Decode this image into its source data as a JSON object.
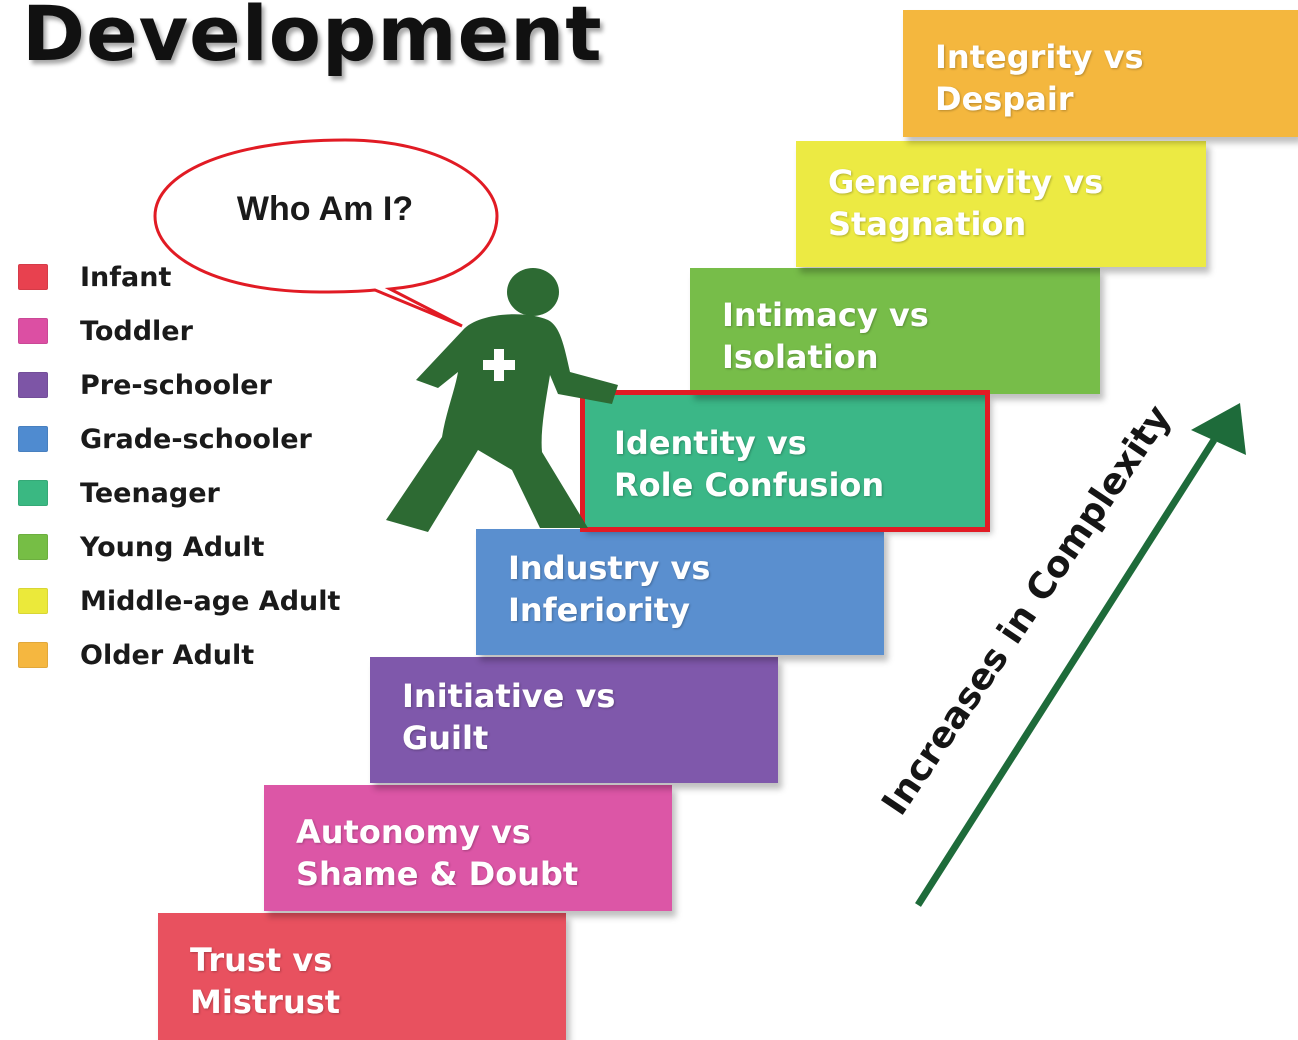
{
  "title": "Development",
  "speech_bubble": {
    "text": "Who Am I?"
  },
  "legend": [
    {
      "label": "Infant",
      "color": "#e8414f"
    },
    {
      "label": "Toddler",
      "color": "#dc4fa3"
    },
    {
      "label": "Pre-schooler",
      "color": "#7d55a6"
    },
    {
      "label": "Grade-schooler",
      "color": "#4f8bd0"
    },
    {
      "label": "Teenager",
      "color": "#3ab882"
    },
    {
      "label": "Young Adult",
      "color": "#76be45"
    },
    {
      "label": "Middle-age Adult",
      "color": "#ebe93a"
    },
    {
      "label": "Older Adult",
      "color": "#f5b740"
    }
  ],
  "stages": [
    {
      "label": "Trust vs\nMistrust",
      "color": "#e8515f"
    },
    {
      "label": "Autonomy vs\nShame & Doubt",
      "color": "#dc56a6"
    },
    {
      "label": "Initiative vs\nGuilt",
      "color": "#7f58ab"
    },
    {
      "label": "Industry vs\nInferiority",
      "color": "#5a8fcf"
    },
    {
      "label": "Identity vs\nRole Confusion",
      "color": "#3bb787"
    },
    {
      "label": "Intimacy vs\nIsolation",
      "color": "#77bd49"
    },
    {
      "label": "Generativity vs\nStagnation",
      "color": "#ecea43"
    },
    {
      "label": "Integrity vs\nDespair",
      "color": "#f4b73e"
    }
  ],
  "highlighted_stage": "Identity vs\nRole Confusion",
  "arrow": {
    "label": "Increases in Complexity",
    "color": "#1e6b3a"
  },
  "figure": {
    "color": "#2d6a33",
    "icon": "walking-person-icon"
  }
}
